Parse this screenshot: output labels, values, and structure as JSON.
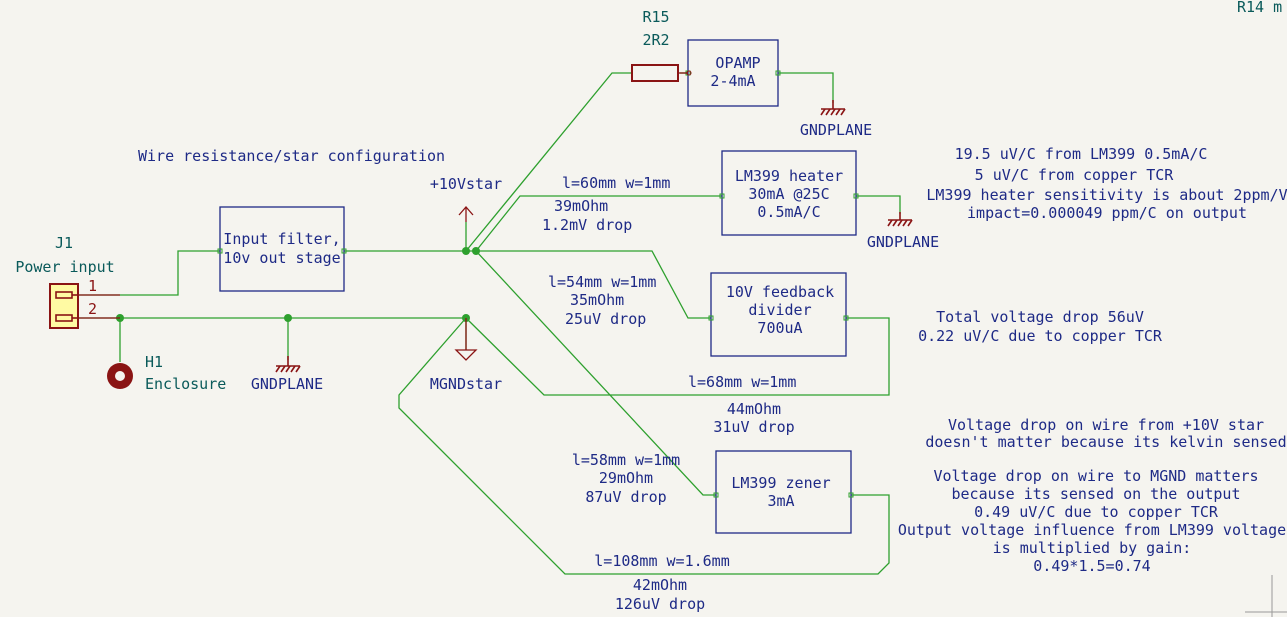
{
  "colors": {
    "background": "#f5f4ef",
    "wire": "#2ea02e",
    "text": "#1e2a86",
    "reference": "#0a5a5a",
    "component": "#8a1414",
    "connector_fill": "#fffaa3"
  },
  "symbols": {
    "j1_ref": "J1",
    "j1_value": "Power input",
    "j1_pin1": "1",
    "j1_pin2": "2",
    "h1_ref": "H1",
    "h1_value": "Enclosure",
    "r15_ref": "R15",
    "r15_value": "2R2",
    "r14_partial": "R14 m",
    "power_10vstar": "+10Vstar",
    "power_mgndstar": "MGNDstar",
    "gnd_label": "GNDPLANE"
  },
  "blocks": {
    "input_filter": [
      "Input filter,",
      "10v out stage"
    ],
    "opamp": [
      "OPAMP",
      "2-4mA"
    ],
    "lm399_heater": [
      "LM399 heater",
      "30mA @25C",
      "0.5mA/C"
    ],
    "feedback_divider": [
      "10V feedback",
      "divider",
      "700uA"
    ],
    "lm399_zener": [
      "LM399 zener",
      "3mA"
    ]
  },
  "wire_notes": {
    "heater": [
      "l=60mm w=1mm",
      "39mOhm",
      "1.2mV drop"
    ],
    "feedback": [
      "l=54mm w=1mm",
      "35mOhm",
      "25uV drop"
    ],
    "return_68": [
      "l=68mm w=1mm",
      "44mOhm",
      "31uV drop"
    ],
    "zener": [
      "l=58mm w=1mm",
      "29mOhm",
      "87uV drop"
    ],
    "return_108": [
      "l=108mm w=1.6mm",
      "42mOhm",
      "126uV drop"
    ]
  },
  "notes": {
    "wire_title": "Wire resistance/star configuration",
    "heater_tc": [
      "19.5 uV/C from LM399 0.5mA/C",
      "5 uV/C from copper TCR",
      "LM399 heater sensitivity is about 2ppm/V",
      "impact=0.000049 ppm/C on output"
    ],
    "total_drop": [
      "Total voltage drop 56uV",
      "0.22 uV/C due to copper TCR"
    ],
    "sense_note": [
      "Voltage drop on wire from +10V star",
      "doesn't matter because its kelvin sensed"
    ],
    "mgnd_note": [
      "Voltage drop on wire to MGND matters",
      "because its sensed on the output",
      "0.49 uV/C due to copper TCR",
      "Output voltage influence from LM399 voltage",
      "is multiplied by gain:",
      "0.49*1.5=0.74"
    ]
  }
}
